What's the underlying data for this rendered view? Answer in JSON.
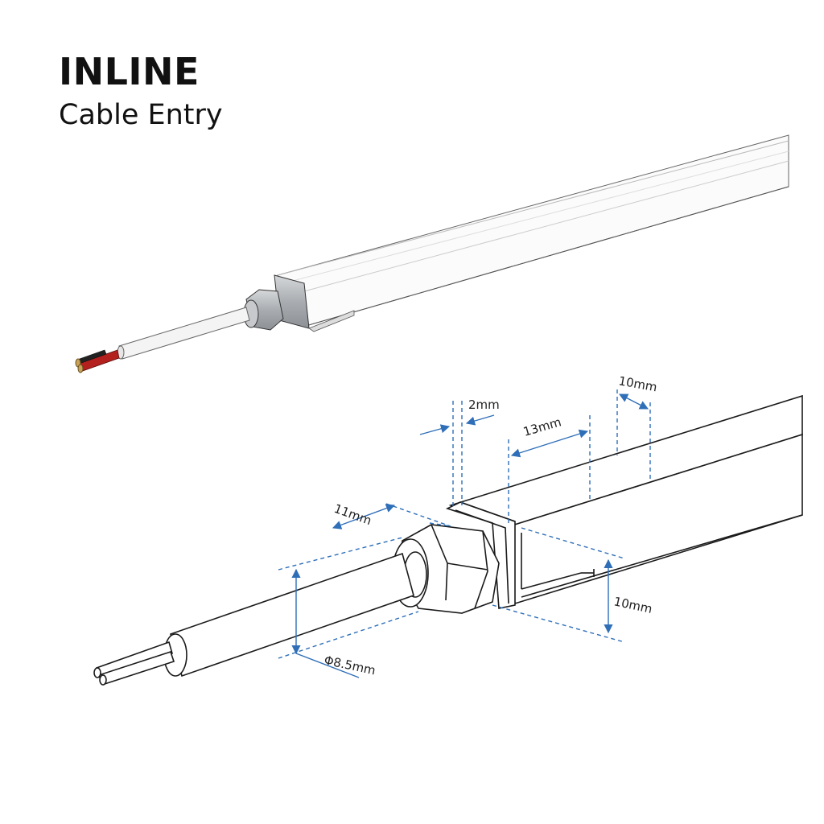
{
  "title": "INLINE",
  "subtitle": "Cable Entry",
  "dimensions": {
    "gap": "2mm",
    "body_length": "13mm",
    "top_width": "10mm",
    "nut_length": "11mm",
    "height": "10mm",
    "cable_diameter": "Φ8.5mm"
  },
  "colors": {
    "dimension": "#2f6fb8",
    "outline": "#1a1a1a",
    "wire_red": "#b3201e",
    "wire_black": "#222222",
    "fitting": "#b9bcbf"
  }
}
